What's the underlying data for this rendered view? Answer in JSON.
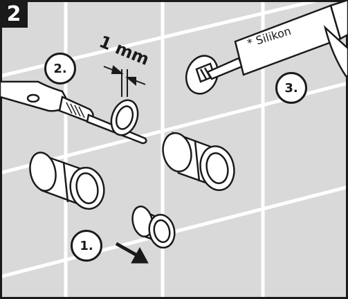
{
  "step_number": "2",
  "callouts": {
    "step1": "1.",
    "step2": "2.",
    "step3": "3."
  },
  "dimension_label": "1 mm",
  "cartridge_label": "* Silikon",
  "colors": {
    "ink": "#1a1a1a",
    "tile_background": "#d9d9d9",
    "grout_lines": "#ffffff",
    "part_fill": "#ffffff"
  },
  "icons": [
    "screwdriver-icon",
    "silicone-cartridge-icon",
    "arrow-icon",
    "wall-plug-icon",
    "rosette-icon"
  ]
}
